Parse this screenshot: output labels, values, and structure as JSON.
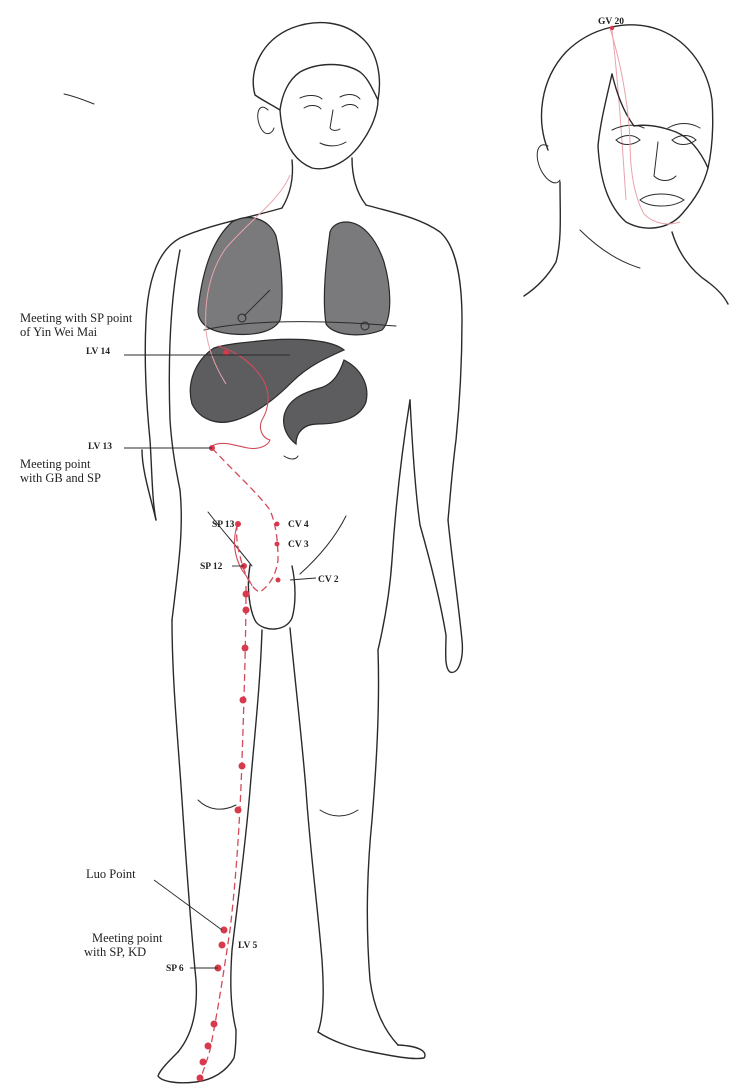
{
  "diagram": {
    "labels": {
      "gv20": "GV 20",
      "meeting_sp_line1": "Meeting with SP point",
      "meeting_sp_line2": "of Yin Wei Mai",
      "lv14": "LV 14",
      "lv13": "LV 13",
      "meeting_gb_sp_line1": "Meeting point",
      "meeting_gb_sp_line2": "with GB and SP",
      "sp13": "SP 13",
      "cv4": "CV 4",
      "cv3": "CV 3",
      "sp12": "SP 12",
      "cv2": "CV 2",
      "luo_point": "Luo Point",
      "meeting_sp_kd_line1": "Meeting point",
      "meeting_sp_kd_line2": "with SP, KD",
      "lv5": "LV 5",
      "sp6": "SP 6"
    },
    "colors": {
      "channel": "#d24b5a",
      "organ": "#5d5d60",
      "outline": "#2a2a2a"
    }
  }
}
